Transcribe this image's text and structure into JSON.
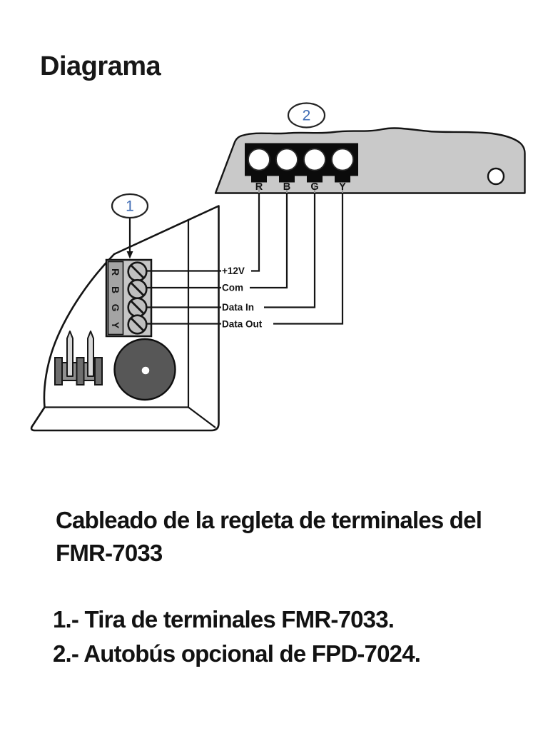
{
  "page": {
    "title": "Diagrama"
  },
  "diagram": {
    "callouts": {
      "keypad": "1",
      "panel": "2"
    },
    "panel_terminals": [
      "R",
      "B",
      "G",
      "Y"
    ],
    "strip_terminals": [
      "R",
      "B",
      "G",
      "Y"
    ],
    "wire_labels": [
      "+12V",
      "Com",
      "Data In",
      "Data Out"
    ],
    "colors": {
      "panel_board_gray": "#c9c9c9",
      "terminal_block_black": "#0b0b0b",
      "strip_label_gray": "#a4a4a4",
      "strip_body_gray": "#c6c6c6",
      "screw_gray": "#bfbfbf",
      "speaker_gray": "#575757",
      "pin_gray": "#d8d8d8",
      "outline_black": "#141414",
      "callout_number_blue": "#3f6cb4"
    }
  },
  "caption": {
    "lines": [
      "Cableado de la regleta de terminales del",
      "FMR-7033"
    ],
    "items": [
      "1.- Tira de terminales FMR-7033.",
      "2.- Autobús opcional de FPD-7024."
    ]
  }
}
